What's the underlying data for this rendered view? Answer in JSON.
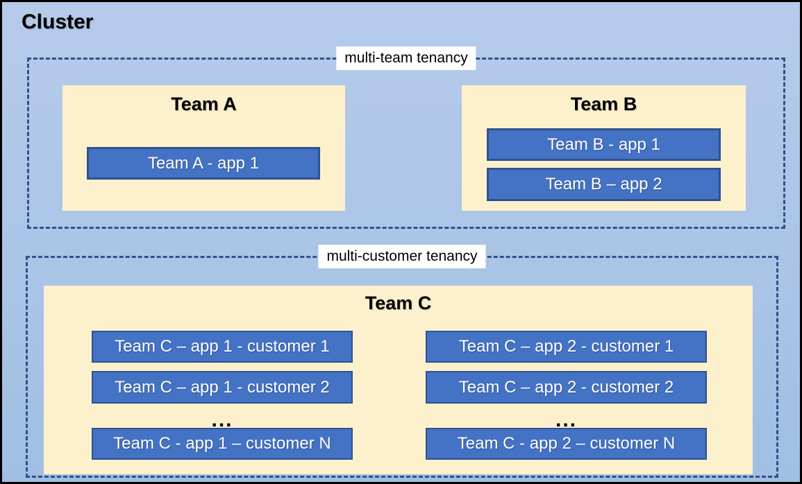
{
  "colors": {
    "bg_top": "#b6cbea",
    "bg_bottom": "#a0bfe3",
    "outer_border": "#000000",
    "dashed_border": "#2e518c",
    "team_fill": "#fdf1cd",
    "app_fill": "#4472c4",
    "app_border": "#2f528f",
    "label_bg": "#ffffff",
    "title_text": "#000000",
    "app_text": "#ffffff"
  },
  "cluster": {
    "title": "Cluster"
  },
  "multi_team": {
    "label": "multi-team tenancy",
    "team_a": {
      "title": "Team A",
      "apps": [
        "Team A - app 1"
      ]
    },
    "team_b": {
      "title": "Team B",
      "apps": [
        "Team B - app 1",
        "Team B – app 2"
      ]
    }
  },
  "multi_customer": {
    "label": "multi-customer tenancy",
    "team_c": {
      "title": "Team C",
      "ellipsis": "...",
      "app1_column": [
        "Team C – app 1 - customer 1",
        "Team C – app 1 - customer 2",
        "Team C - app 1 – customer N"
      ],
      "app2_column": [
        "Team C – app 2 - customer 1",
        "Team C – app 2 - customer 2",
        "Team C - app 2 – customer N"
      ]
    }
  }
}
